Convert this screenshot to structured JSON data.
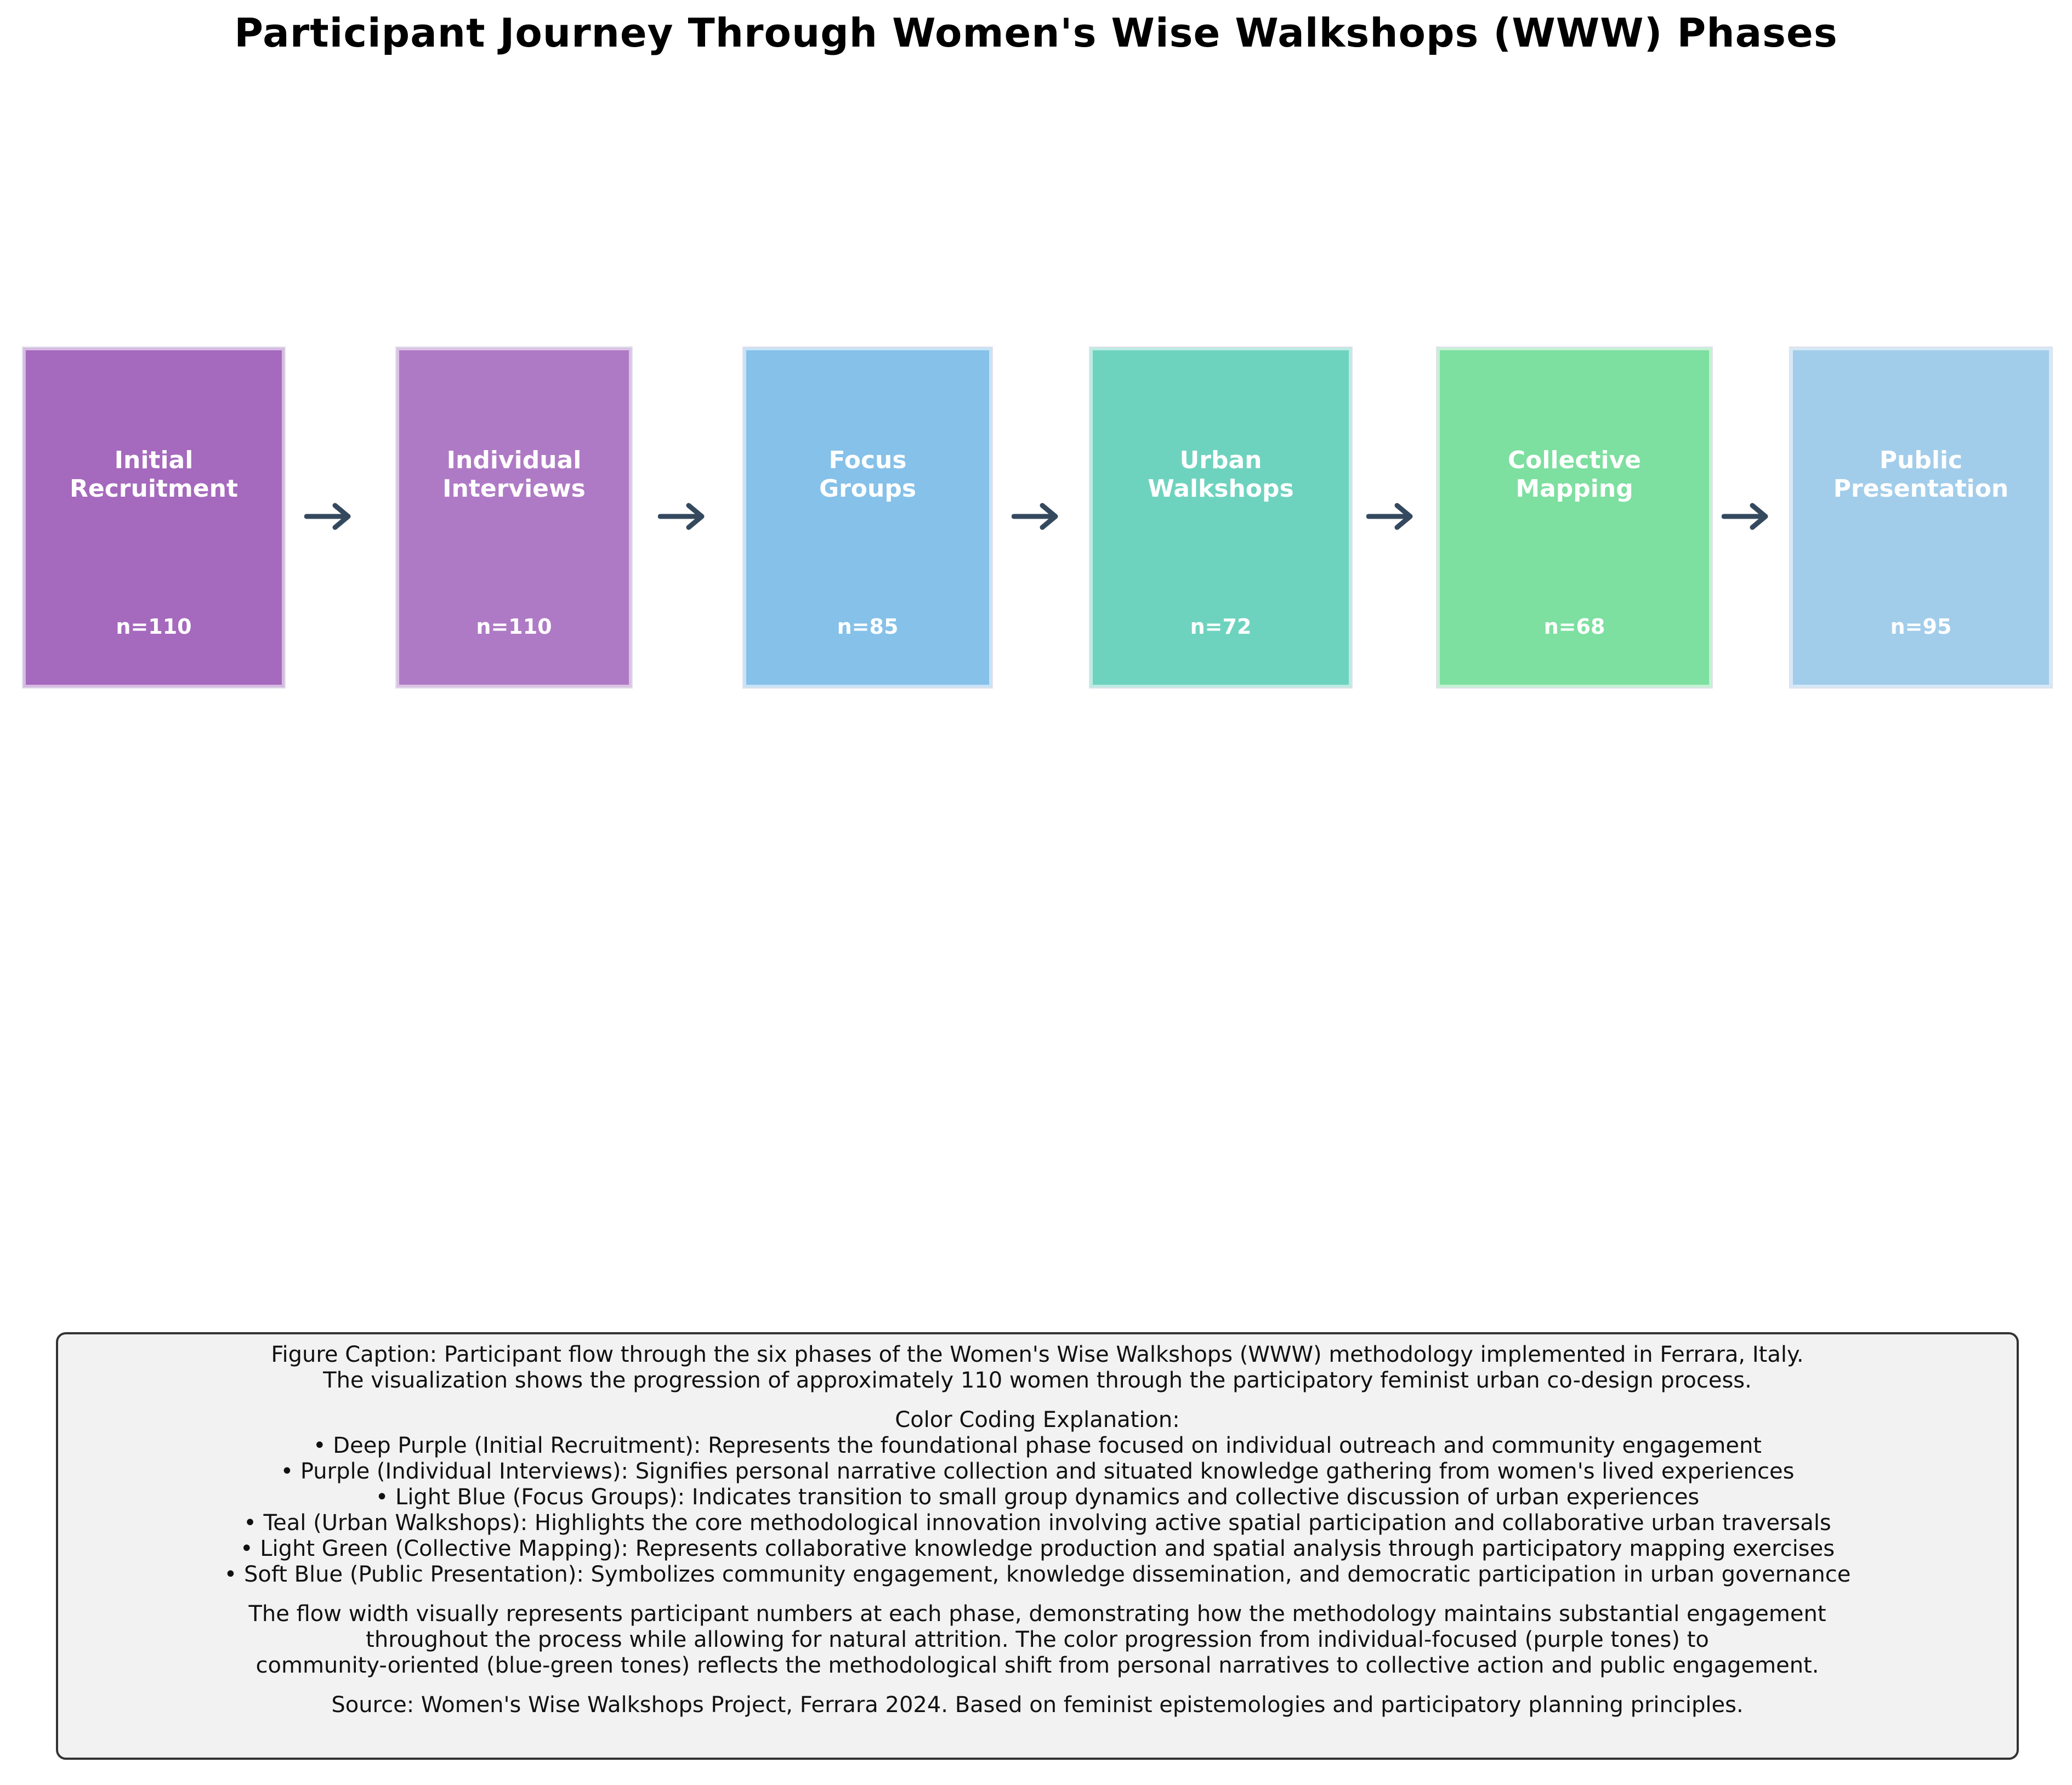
{
  "title": "Participant Journey Through Women's Wise Walkshops (WWW) Phases",
  "phases": [
    {
      "name": "Initial\nRecruitment",
      "count": "n=110",
      "color": "#a569bd"
    },
    {
      "name": "Individual\nInterviews",
      "count": "n=110",
      "color": "#af7ac5"
    },
    {
      "name": "Focus\nGroups",
      "count": "n=85",
      "color": "#85c1e9"
    },
    {
      "name": "Urban\nWalkshops",
      "count": "n=72",
      "color": "#6ed3be"
    },
    {
      "name": "Collective\nMapping",
      "count": "n=68",
      "color": "#7ddfa0"
    },
    {
      "name": "Public\nPresentation",
      "count": "n=95",
      "color": "#a2cdea"
    }
  ],
  "arrow_color": "#34495e",
  "caption": {
    "intro": [
      "Figure Caption: Participant flow through the six phases of the Women's Wise Walkshops (WWW) methodology implemented in Ferrara, Italy.",
      "The visualization shows the progression of approximately 110 women through the participatory feminist urban co-design process."
    ],
    "color_heading": "Color Coding Explanation:",
    "color_items": [
      "• Deep Purple (Initial Recruitment): Represents the foundational phase focused on individual outreach and community engagement",
      "• Purple (Individual Interviews): Signifies personal narrative collection and situated knowledge gathering from women's lived experiences",
      "• Light Blue (Focus Groups): Indicates transition to small group dynamics and collective discussion of urban experiences",
      "• Teal (Urban Walkshops): Highlights the core methodological innovation involving active spatial participation and collaborative urban traversals",
      "• Light Green (Collective Mapping): Represents collaborative knowledge production and spatial analysis through participatory mapping exercises",
      "• Soft Blue (Public Presentation): Symbolizes community engagement, knowledge dissemination, and democratic participation in urban governance"
    ],
    "flow_text": [
      "The flow width visually represents participant numbers at each phase, demonstrating how the methodology maintains substantial engagement",
      "throughout the process while allowing for natural attrition. The color progression from individual-focused (purple tones) to",
      "community-oriented (blue-green tones) reflects the methodological shift from personal narratives to collective action and public engagement."
    ],
    "source": "Source: Women's Wise Walkshops Project, Ferrara 2024. Based on feminist epistemologies and participatory planning principles."
  }
}
